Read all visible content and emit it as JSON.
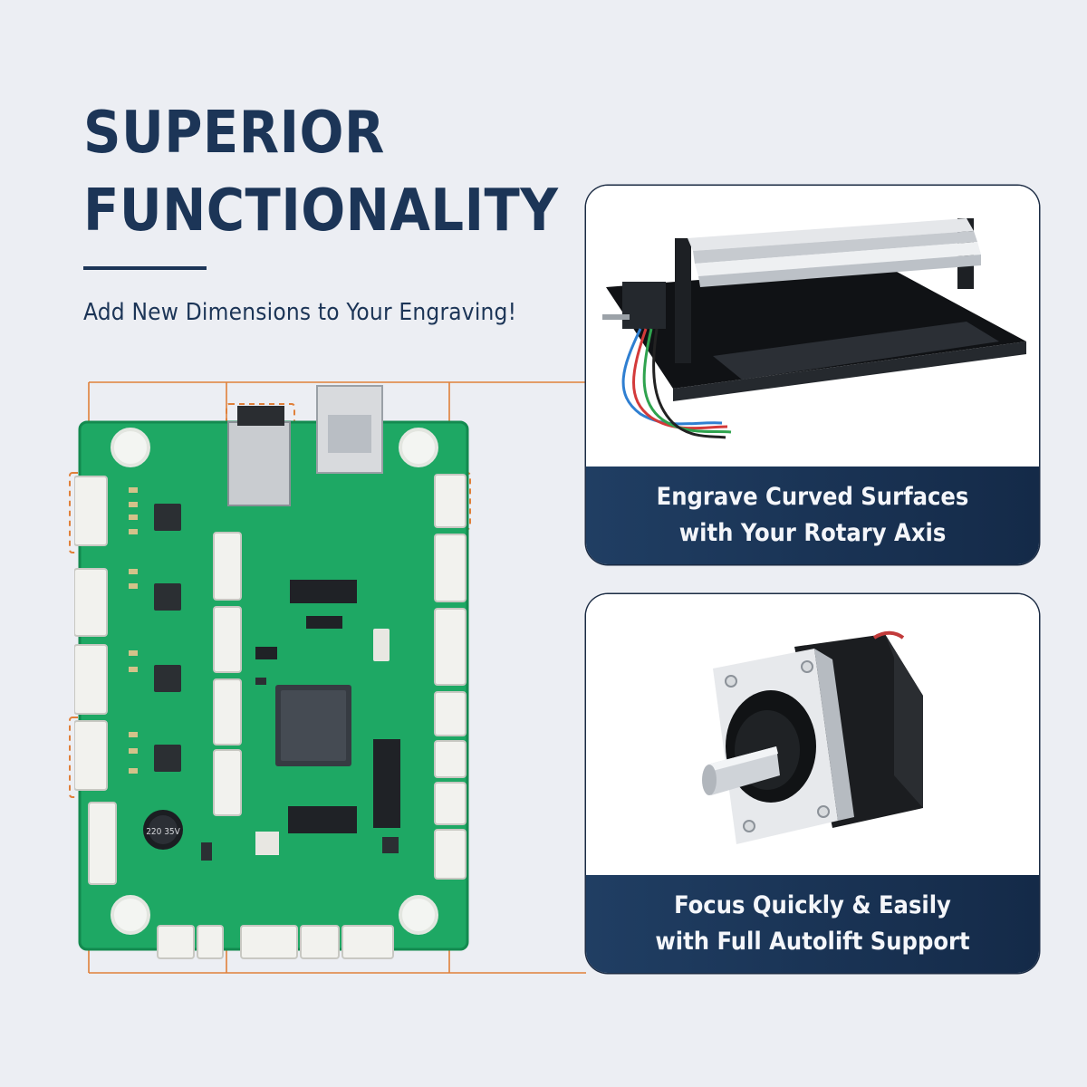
{
  "headline": {
    "line1": "SUPERIOR",
    "line2": "FUNCTIONALITY"
  },
  "subtitle": "Add New Dimensions to Your Engraving!",
  "cards": [
    {
      "id": "rotary",
      "caption_line1": "Engrave Curved Surfaces",
      "caption_line2": "with Your Rotary Axis",
      "photo": "rotary-roller-attachment"
    },
    {
      "id": "autolift",
      "caption_line1": "Focus Quickly & Easily",
      "caption_line2": "with Full Autolift Support",
      "photo": "stepper-motor"
    }
  ],
  "board": {
    "photo": "green-control-board",
    "capacitor_marking": "220 35V"
  },
  "colors": {
    "navy": "#1c3557",
    "callout": "#e0803a",
    "board_green": "#1ea864",
    "background": "#eceef3"
  }
}
